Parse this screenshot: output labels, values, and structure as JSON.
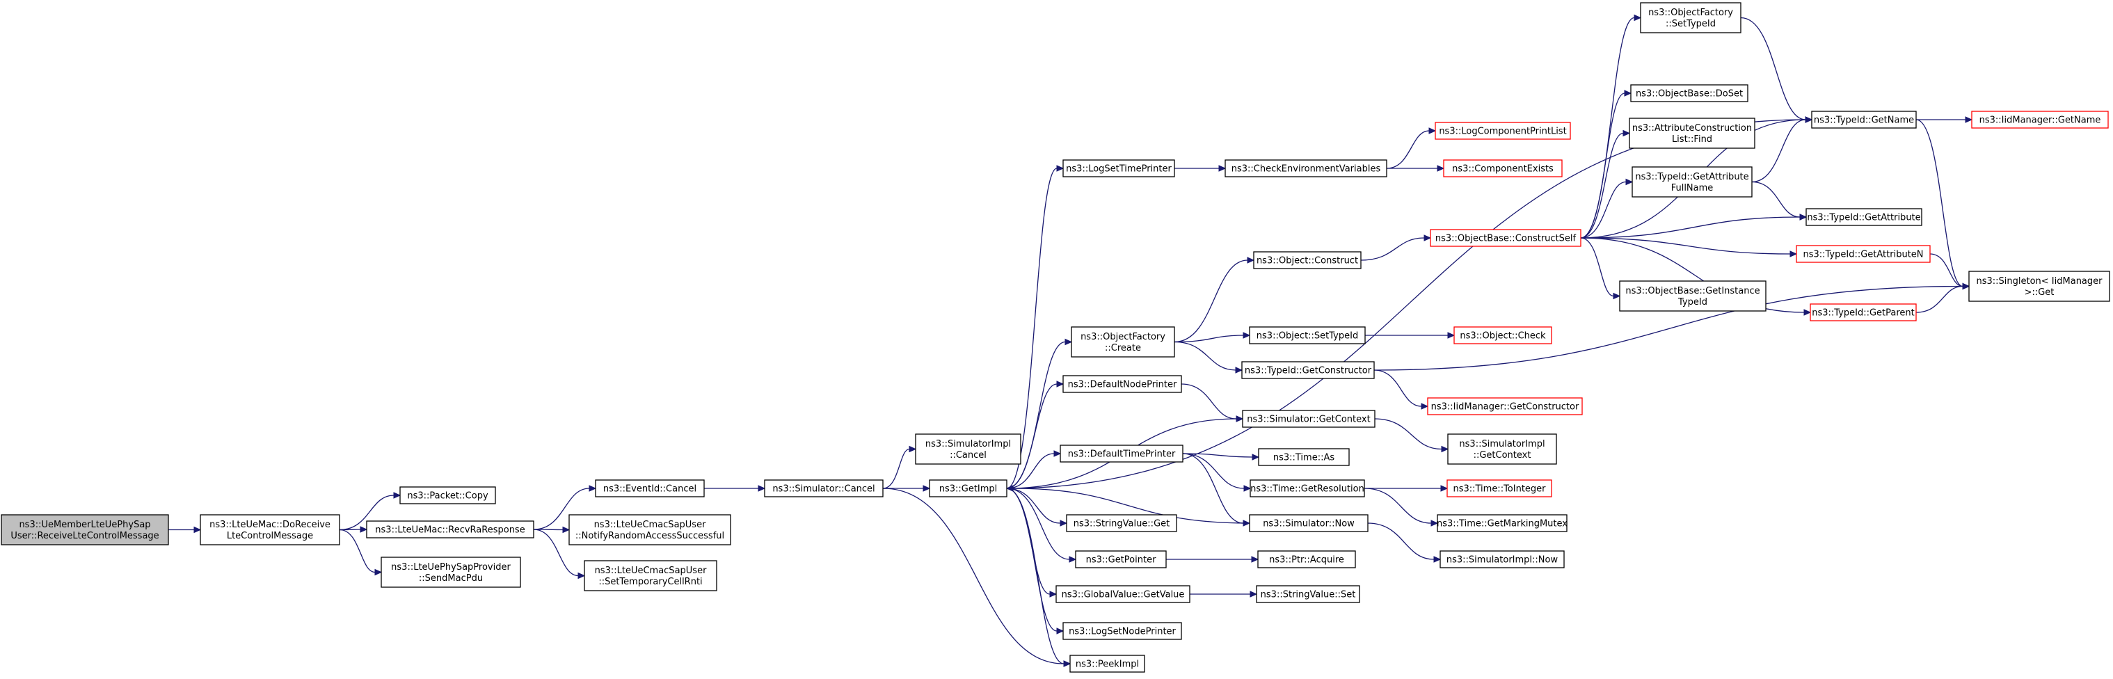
{
  "graph": {
    "colors": {
      "edge": "#191970",
      "node_border": "#000000",
      "node_border_unresolved": "#ff0000",
      "root_fill": "#bfbfbf",
      "background": "#ffffff"
    },
    "nodes": [
      {
        "id": "root",
        "lines": [
          "ns3::UeMemberLteUePhySap",
          "User::ReceiveLteControlMessage"
        ],
        "style": "root"
      },
      {
        "id": "doreceive",
        "lines": [
          "ns3::LteUeMac::DoReceive",
          "LteControlMessage"
        ],
        "style": "normal"
      },
      {
        "id": "pktcopy",
        "lines": [
          "ns3::Packet::Copy"
        ],
        "style": "normal"
      },
      {
        "id": "recvra",
        "lines": [
          "ns3::LteUeMac::RecvRaResponse"
        ],
        "style": "normal"
      },
      {
        "id": "sendmacpdu",
        "lines": [
          "ns3::LteUePhySapProvider",
          "::SendMacPdu"
        ],
        "style": "normal"
      },
      {
        "id": "eventcancel",
        "lines": [
          "ns3::EventId::Cancel"
        ],
        "style": "normal"
      },
      {
        "id": "notifyra",
        "lines": [
          "ns3::LteUeCmacSapUser",
          "::NotifyRandomAccessSuccessful"
        ],
        "style": "normal"
      },
      {
        "id": "settemp",
        "lines": [
          "ns3::LteUeCmacSapUser",
          "::SetTemporaryCellRnti"
        ],
        "style": "normal"
      },
      {
        "id": "simcancel",
        "lines": [
          "ns3::Simulator::Cancel"
        ],
        "style": "normal"
      },
      {
        "id": "simimplcancel",
        "lines": [
          "ns3::SimulatorImpl",
          "::Cancel"
        ],
        "style": "normal"
      },
      {
        "id": "getimpl",
        "lines": [
          "ns3::GetImpl"
        ],
        "style": "normal"
      },
      {
        "id": "peekimpl",
        "lines": [
          "ns3::PeekImpl"
        ],
        "style": "normal"
      },
      {
        "id": "logsettime",
        "lines": [
          "ns3::LogSetTimePrinter"
        ],
        "style": "normal"
      },
      {
        "id": "objfcreate",
        "lines": [
          "ns3::ObjectFactory",
          "::Create"
        ],
        "style": "normal"
      },
      {
        "id": "defnodeprinter",
        "lines": [
          "ns3::DefaultNodePrinter"
        ],
        "style": "normal"
      },
      {
        "id": "deftimeprinter",
        "lines": [
          "ns3::DefaultTimePrinter"
        ],
        "style": "normal"
      },
      {
        "id": "strvalget",
        "lines": [
          "ns3::StringValue::Get"
        ],
        "style": "normal"
      },
      {
        "id": "getpointer",
        "lines": [
          "ns3::GetPointer"
        ],
        "style": "normal"
      },
      {
        "id": "globalvalget",
        "lines": [
          "ns3::GlobalValue::GetValue"
        ],
        "style": "normal"
      },
      {
        "id": "logsetnode",
        "lines": [
          "ns3::LogSetNodePrinter"
        ],
        "style": "normal"
      },
      {
        "id": "checkenv",
        "lines": [
          "ns3::CheckEnvironmentVariables"
        ],
        "style": "normal"
      },
      {
        "id": "objconstruct",
        "lines": [
          "ns3::Object::Construct"
        ],
        "style": "normal"
      },
      {
        "id": "objsettypeid",
        "lines": [
          "ns3::Object::SetTypeId"
        ],
        "style": "normal"
      },
      {
        "id": "typeidgetctor",
        "lines": [
          "ns3::TypeId::GetConstructor"
        ],
        "style": "normal"
      },
      {
        "id": "simgetcontext",
        "lines": [
          "ns3::Simulator::GetContext"
        ],
        "style": "normal"
      },
      {
        "id": "timeas",
        "lines": [
          "ns3::Time::As"
        ],
        "style": "normal"
      },
      {
        "id": "timegetres",
        "lines": [
          "ns3::Time::GetResolution"
        ],
        "style": "normal"
      },
      {
        "id": "simnow",
        "lines": [
          "ns3::Simulator::Now"
        ],
        "style": "normal"
      },
      {
        "id": "ptracquire",
        "lines": [
          "ns3::Ptr::Acquire"
        ],
        "style": "normal"
      },
      {
        "id": "strvalset",
        "lines": [
          "ns3::StringValue::Set"
        ],
        "style": "normal"
      },
      {
        "id": "logcomplist",
        "lines": [
          "ns3::LogComponentPrintList"
        ],
        "style": "red"
      },
      {
        "id": "compexists",
        "lines": [
          "ns3::ComponentExists"
        ],
        "style": "red"
      },
      {
        "id": "objbaseconstruct",
        "lines": [
          "ns3::ObjectBase::ConstructSelf"
        ],
        "style": "red"
      },
      {
        "id": "objcheck",
        "lines": [
          "ns3::Object::Check"
        ],
        "style": "red"
      },
      {
        "id": "iidgetctor",
        "lines": [
          "ns3::IidManager::GetConstructor"
        ],
        "style": "red"
      },
      {
        "id": "simimplgetctx",
        "lines": [
          "ns3::SimulatorImpl",
          "::GetContext"
        ],
        "style": "normal"
      },
      {
        "id": "timetoint",
        "lines": [
          "ns3::Time::ToInteger"
        ],
        "style": "red"
      },
      {
        "id": "timegetmutex",
        "lines": [
          "ns3::Time::GetMarkingMutex"
        ],
        "style": "normal"
      },
      {
        "id": "simimplnow",
        "lines": [
          "ns3::SimulatorImpl::Now"
        ],
        "style": "normal"
      },
      {
        "id": "objfsettypeid",
        "lines": [
          "ns3::ObjectFactory",
          "::SetTypeId"
        ],
        "style": "normal"
      },
      {
        "id": "objbasedoset",
        "lines": [
          "ns3::ObjectBase::DoSet"
        ],
        "style": "normal"
      },
      {
        "id": "attrconstfind",
        "lines": [
          "ns3::AttributeConstruction",
          "List::Find"
        ],
        "style": "normal"
      },
      {
        "id": "typeidgetattrfull",
        "lines": [
          "ns3::TypeId::GetAttribute",
          "FullName"
        ],
        "style": "normal"
      },
      {
        "id": "objbasegetinst",
        "lines": [
          "ns3::ObjectBase::GetInstance",
          "TypeId"
        ],
        "style": "normal"
      },
      {
        "id": "typeidgetname",
        "lines": [
          "ns3::TypeId::GetName"
        ],
        "style": "normal"
      },
      {
        "id": "typeidgetattr",
        "lines": [
          "ns3::TypeId::GetAttribute"
        ],
        "style": "normal"
      },
      {
        "id": "typeidgetattrn",
        "lines": [
          "ns3::TypeId::GetAttributeN"
        ],
        "style": "red"
      },
      {
        "id": "typeidgetparent",
        "lines": [
          "ns3::TypeId::GetParent"
        ],
        "style": "red"
      },
      {
        "id": "iidgetname",
        "lines": [
          "ns3::IidManager::GetName"
        ],
        "style": "red"
      },
      {
        "id": "singletonget",
        "lines": [
          "ns3::Singleton< IidManager",
          ">::Get"
        ],
        "style": "normal"
      }
    ],
    "edges": [
      [
        "root",
        "doreceive"
      ],
      [
        "doreceive",
        "pktcopy"
      ],
      [
        "doreceive",
        "recvra"
      ],
      [
        "doreceive",
        "sendmacpdu"
      ],
      [
        "recvra",
        "eventcancel"
      ],
      [
        "recvra",
        "notifyra"
      ],
      [
        "recvra",
        "settemp"
      ],
      [
        "eventcancel",
        "simcancel"
      ],
      [
        "simcancel",
        "simimplcancel"
      ],
      [
        "simcancel",
        "getimpl"
      ],
      [
        "simcancel",
        "peekimpl"
      ],
      [
        "getimpl",
        "logsettime"
      ],
      [
        "getimpl",
        "objfcreate"
      ],
      [
        "getimpl",
        "defnodeprinter"
      ],
      [
        "getimpl",
        "deftimeprinter"
      ],
      [
        "getimpl",
        "strvalget"
      ],
      [
        "getimpl",
        "getpointer"
      ],
      [
        "getimpl",
        "globalvalget"
      ],
      [
        "getimpl",
        "logsetnode"
      ],
      [
        "getimpl",
        "peekimpl"
      ],
      [
        "getimpl",
        "simgetcontext"
      ],
      [
        "getimpl",
        "typeidgetname"
      ],
      [
        "logsettime",
        "checkenv"
      ],
      [
        "checkenv",
        "logcomplist"
      ],
      [
        "checkenv",
        "compexists"
      ],
      [
        "objfcreate",
        "objconstruct"
      ],
      [
        "objfcreate",
        "objsettypeid"
      ],
      [
        "objfcreate",
        "typeidgetctor"
      ],
      [
        "objconstruct",
        "objbaseconstruct"
      ],
      [
        "objsettypeid",
        "objcheck"
      ],
      [
        "typeidgetctor",
        "iidgetctor"
      ],
      [
        "typeidgetctor",
        "singletonget"
      ],
      [
        "defnodeprinter",
        "simgetcontext"
      ],
      [
        "simgetcontext",
        "simimplgetctx"
      ],
      [
        "deftimeprinter",
        "timeas"
      ],
      [
        "deftimeprinter",
        "timegetres"
      ],
      [
        "deftimeprinter",
        "simnow"
      ],
      [
        "timegetres",
        "timetoint"
      ],
      [
        "timegetres",
        "timegetmutex"
      ],
      [
        "simnow",
        "getimpl"
      ],
      [
        "simnow",
        "simimplnow"
      ],
      [
        "getpointer",
        "ptracquire"
      ],
      [
        "globalvalget",
        "strvalset"
      ],
      [
        "objbaseconstruct",
        "objfsettypeid"
      ],
      [
        "objbaseconstruct",
        "objbasedoset"
      ],
      [
        "objbaseconstruct",
        "attrconstfind"
      ],
      [
        "objbaseconstruct",
        "typeidgetattrfull"
      ],
      [
        "objbaseconstruct",
        "typeidgetname"
      ],
      [
        "objbaseconstruct",
        "typeidgetattr"
      ],
      [
        "objbaseconstruct",
        "typeidgetattrn"
      ],
      [
        "objbaseconstruct",
        "objbasegetinst"
      ],
      [
        "objbaseconstruct",
        "typeidgetparent"
      ],
      [
        "objfsettypeid",
        "typeidgetname"
      ],
      [
        "typeidgetattrfull",
        "typeidgetname"
      ],
      [
        "typeidgetattrfull",
        "typeidgetattr"
      ],
      [
        "typeidgetname",
        "iidgetname"
      ],
      [
        "typeidgetname",
        "singletonget"
      ],
      [
        "typeidgetattrn",
        "singletonget"
      ],
      [
        "typeidgetparent",
        "singletonget"
      ]
    ]
  }
}
